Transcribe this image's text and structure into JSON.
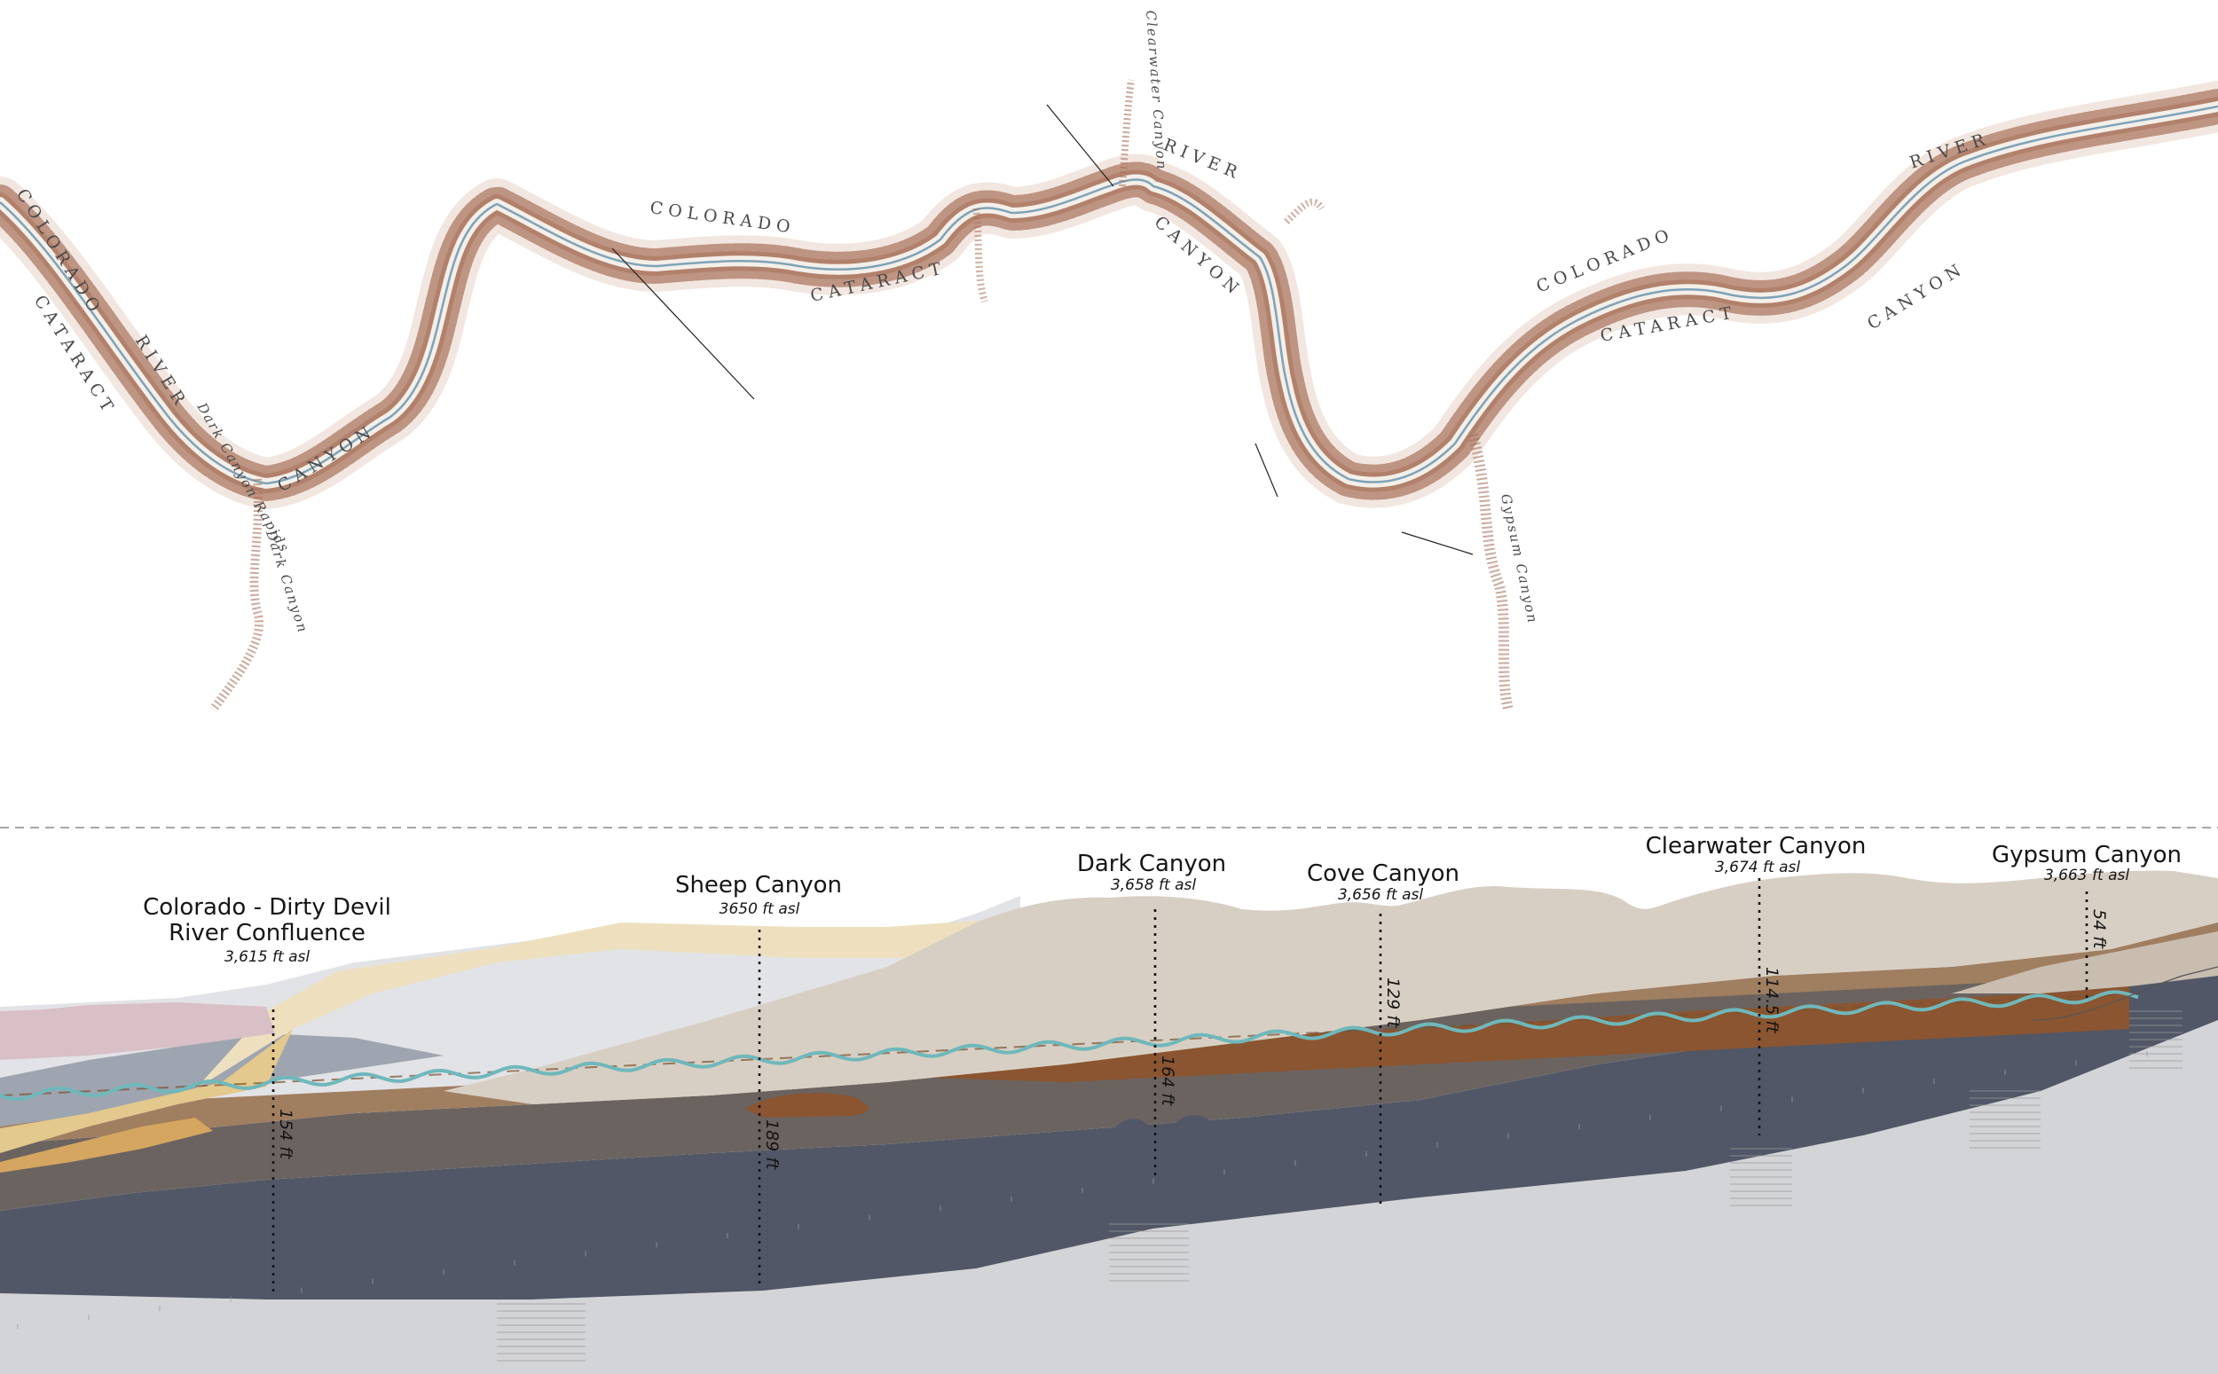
{
  "colors": {
    "canyon_outline": "#a8715a",
    "river": "#6fb8bb",
    "lake_line": "#c06a33",
    "layer_top_shale": "#d8cfc4",
    "layer_light_grey": "#e2e3e6",
    "layer_tan_sand": "#eee0bf",
    "layer_pink": "#d9bfc6",
    "layer_brown_mid": "#a07e60",
    "layer_rust": "#8a5530",
    "layer_taupe": "#6b6360",
    "layer_slate": "#515766",
    "layer_bottom_grey": "#d3d4d7"
  },
  "map": {
    "labels": {
      "colorado_1": "COLORADO",
      "river_1": "RIVER",
      "cataract_1": "CATARACT",
      "canyon_1": "CANYON",
      "dark_canyon": "Dark Canyon",
      "dark_canyon_rapids": "Dark Canyon Rapids",
      "colorado_2": "COLORADO",
      "cataract_2": "CATARACT",
      "clearwater_canyon": "Clearwater Canyon",
      "river_2": "RIVER",
      "canyon_2": "CANYON",
      "colorado_3": "COLORADO",
      "cataract_3": "CATARACT",
      "river_3": "RIVER",
      "canyon_3": "CANYON",
      "gypsum_canyon": "Gypsum Canyon"
    }
  },
  "profile": {
    "sites": [
      {
        "name_lines": [
          "Colorado - Dirty Devil",
          "River Confluence"
        ],
        "elevation": "3,615 ft asl",
        "depth": "154 ft"
      },
      {
        "name_lines": [
          "Sheep Canyon"
        ],
        "elevation": "3650 ft asl",
        "depth": "189 ft"
      },
      {
        "name_lines": [
          "Dark Canyon"
        ],
        "elevation": "3,658 ft asl",
        "depth": "164 ft"
      },
      {
        "name_lines": [
          "Cove Canyon"
        ],
        "elevation": "3,656 ft asl",
        "depth": "129 ft"
      },
      {
        "name_lines": [
          "Clearwater Canyon"
        ],
        "elevation": "3,674 ft asl",
        "depth": "114.5 ft"
      },
      {
        "name_lines": [
          "Gypsum Canyon"
        ],
        "elevation": "3,663 ft asl",
        "depth": "54 ft"
      }
    ]
  }
}
